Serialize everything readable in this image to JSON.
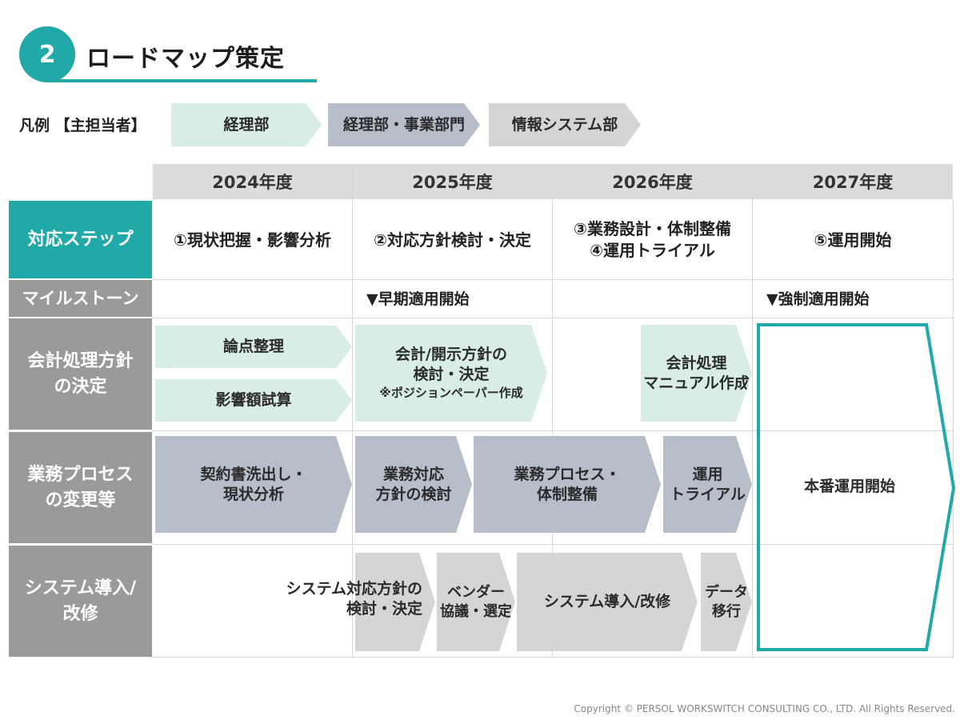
{
  "section": {
    "number": "2",
    "title": "ロードマップ策定"
  },
  "legend": {
    "label": "凡例 【主担当者】",
    "items": [
      "経理部",
      "経理部・事業部門",
      "情報システム部"
    ]
  },
  "years": [
    "2024年度",
    "2025年度",
    "2026年度",
    "2027年度"
  ],
  "rows": {
    "steps": "対応ステップ",
    "milestone": "マイルストーン",
    "accounting": "会計処理方針\nの決定",
    "business": "業務プロセス\nの変更等",
    "system": "システム導入/\n改修"
  },
  "steps": [
    "①現状把握・影響分析",
    "②対応方針検討・決定",
    "③業務設計・体制整備\n④運用トライアル",
    "⑤運用開始"
  ],
  "milestones": [
    "▼早期適用開始",
    "▼強制適用開始"
  ],
  "tasks": {
    "acc1": "論点整理",
    "acc2": "影響額試算",
    "acc3": "会計/開示方針の\n検討・決定",
    "acc3_note": "※ポジションペーパー作成",
    "acc4": "会計処理\nマニュアル作成",
    "biz1": "契約書洗出し・\n現状分析",
    "biz2": "業務対応\n方針の検討",
    "biz3": "業務プロセス・\n体制整備",
    "biz4": "運用\nトライアル",
    "sys1": "システム対応方針の\n検討・決定",
    "sys2": "ベンダー\n協議・選定",
    "sys3": "システム導入/改修",
    "sys4": "データ\n移行",
    "go_live": "本番運用開始"
  },
  "copyright": "Copyright © PERSOL WORKSWITCH CONSULTING CO., LTD. All Rights Reserved.",
  "colors": {
    "teal": "#21a9a7",
    "accounting": "#d8ece8",
    "business": "#b8bec9",
    "system": "#d5d5d5",
    "rowhead_gray": "#9a9a9a"
  }
}
